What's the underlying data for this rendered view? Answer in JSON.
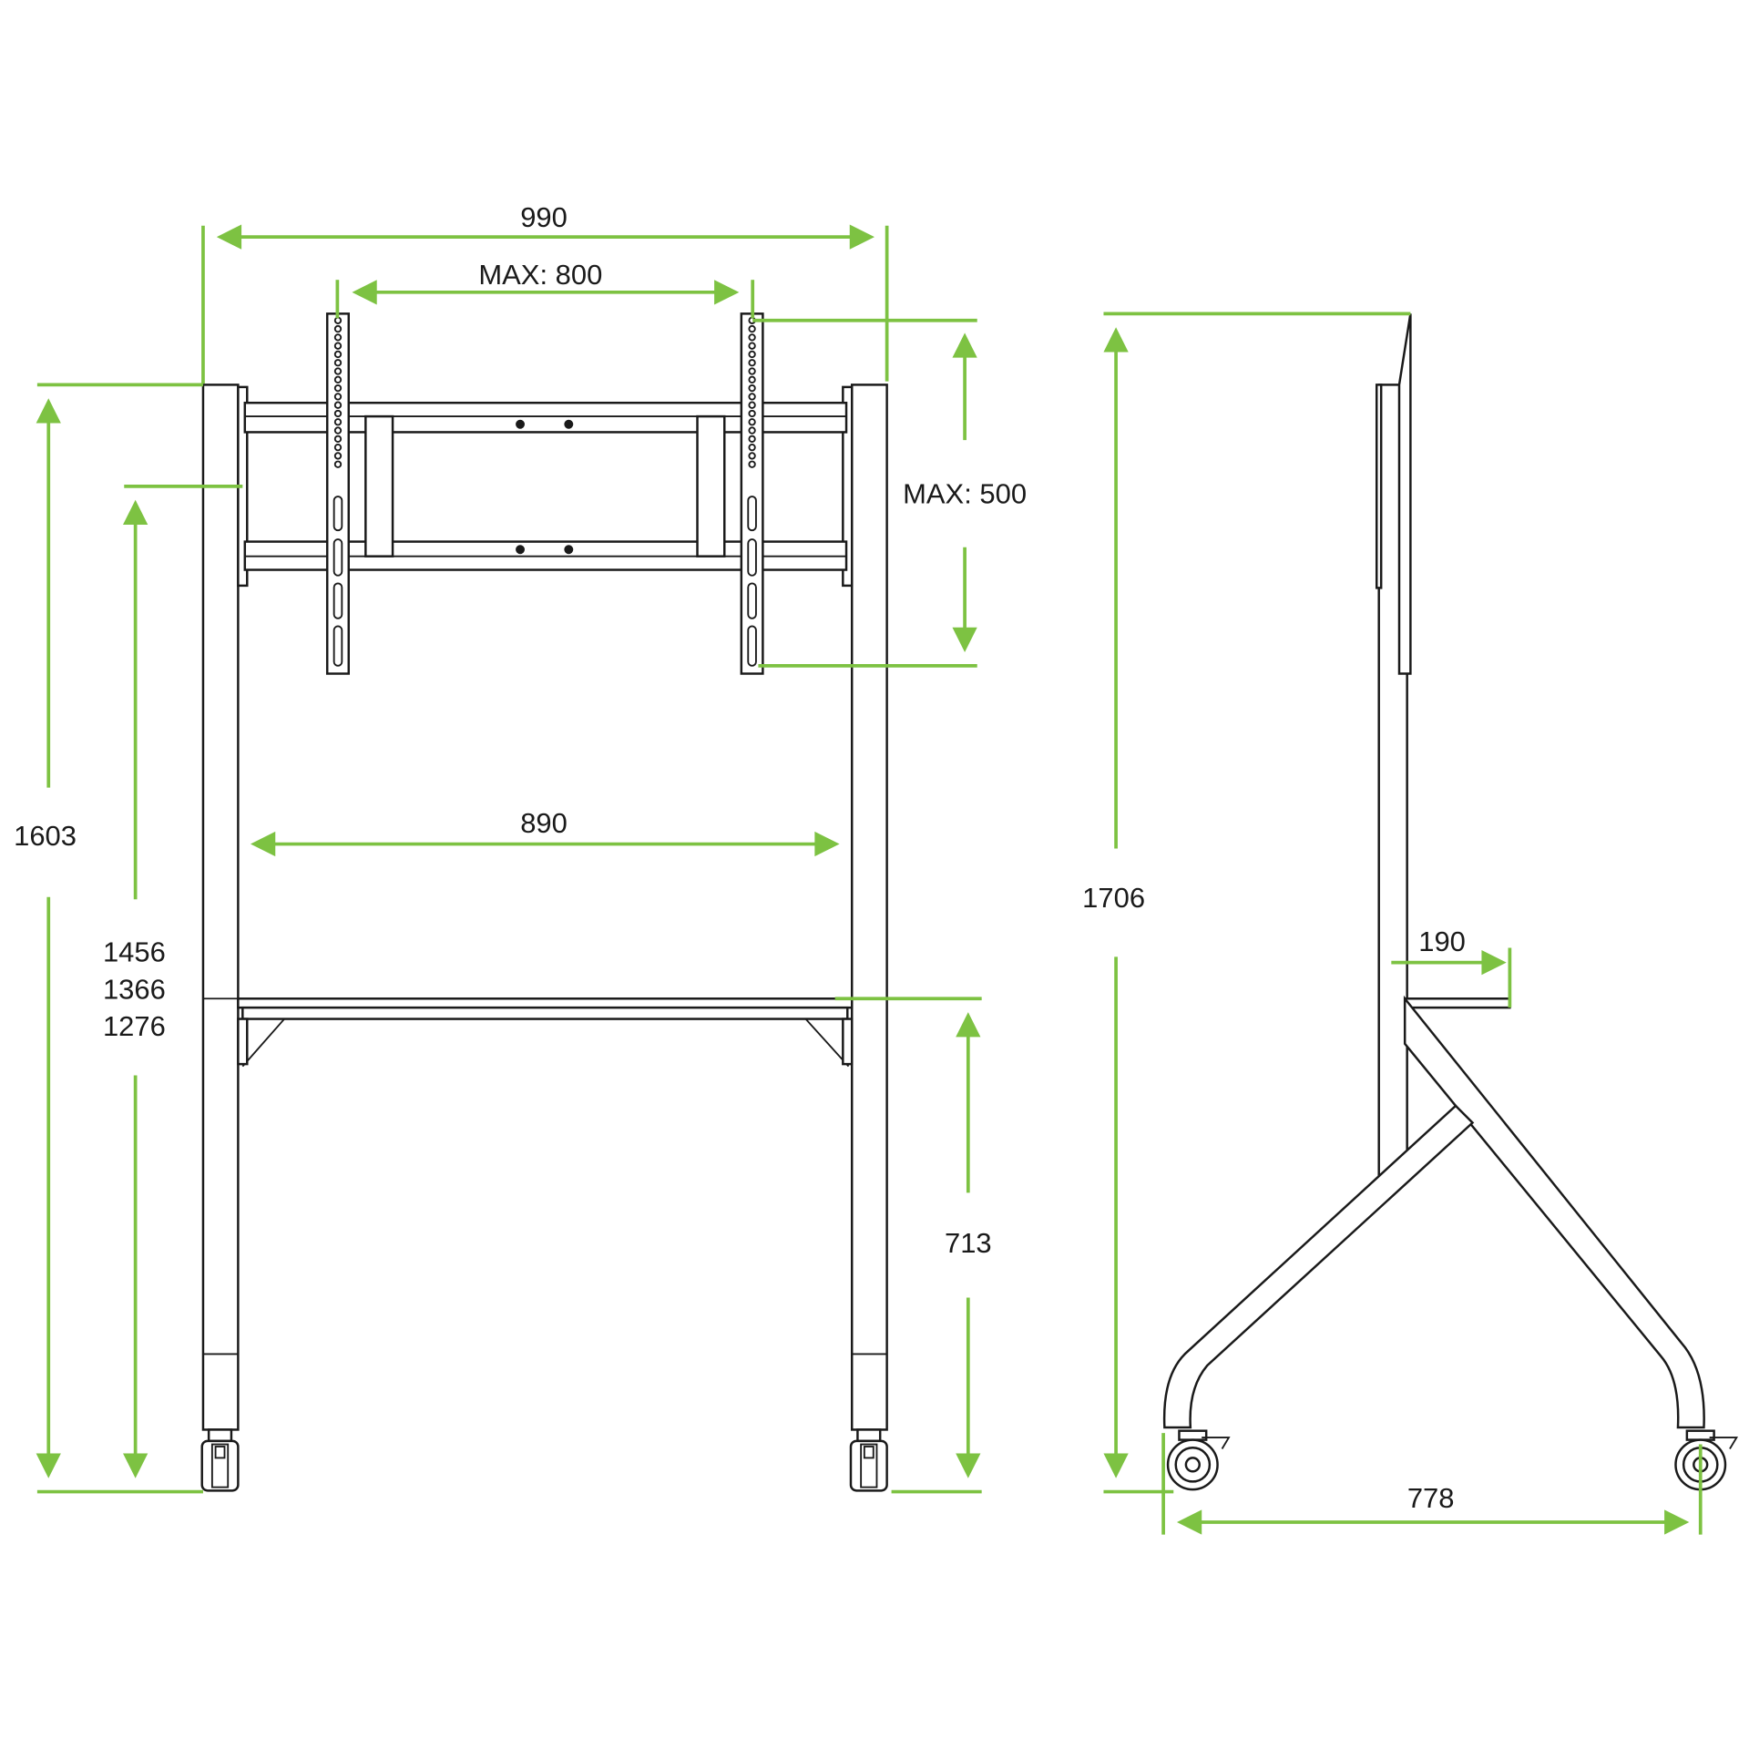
{
  "dimensions": {
    "overall_width": "990",
    "vesa_horizontal": "MAX: 800",
    "vesa_vertical": "MAX: 500",
    "total_height_front": "1603",
    "mount_heights": [
      "1456",
      "1366",
      "1276"
    ],
    "inner_width": "890",
    "shelf_height": "713",
    "total_height_side": "1706",
    "shelf_depth": "190",
    "base_depth": "778"
  },
  "colors": {
    "dimension_lines": "#7dc242",
    "outline": "#1a1a1a"
  }
}
